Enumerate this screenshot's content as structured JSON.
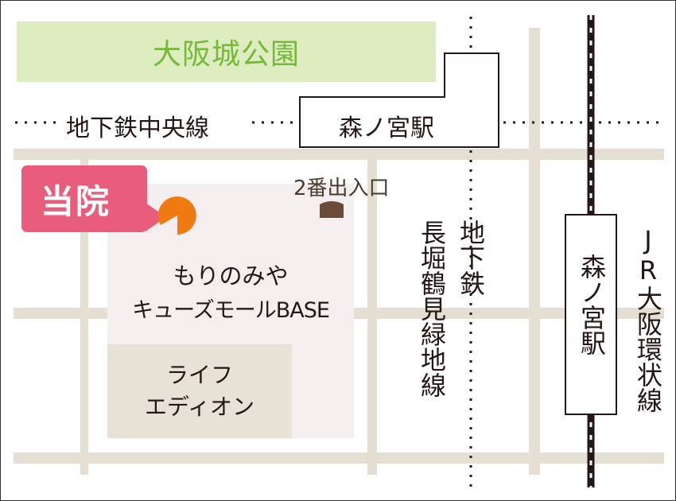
{
  "park": {
    "name": "大阪城公園"
  },
  "subway_chuo": {
    "name": "地下鉄中央線"
  },
  "subway_nagahori": {
    "name": "地下鉄長堀鶴見緑地線",
    "col_right": "地下鉄",
    "col_left": "長堀鶴見緑地線"
  },
  "jr_line": {
    "name": "JR大阪環状線"
  },
  "station_subway": {
    "name": "森ノ宮駅"
  },
  "station_jr": {
    "name": "森ノ宮駅"
  },
  "exit": {
    "name": "2番出入口"
  },
  "clinic": {
    "name": "当院"
  },
  "mall": {
    "line1": "もりのみや",
    "line2": "キューズモールBASE"
  },
  "life": {
    "line1": "ライフ",
    "line2": "エディオン"
  },
  "colors": {
    "park_fill": "#ddedc0",
    "park_text": "#76b83a",
    "road": "#e5dfd3",
    "mall_block": "#f5eeee",
    "life_block": "#e8e1d6",
    "clinic_callout": "#e85d7c",
    "clinic_marker": "#f07a12",
    "exit_marker": "#6b4a3a"
  },
  "icons": {
    "clinic_marker": "pacman-pin-icon",
    "exit_marker": "entrance-icon"
  }
}
